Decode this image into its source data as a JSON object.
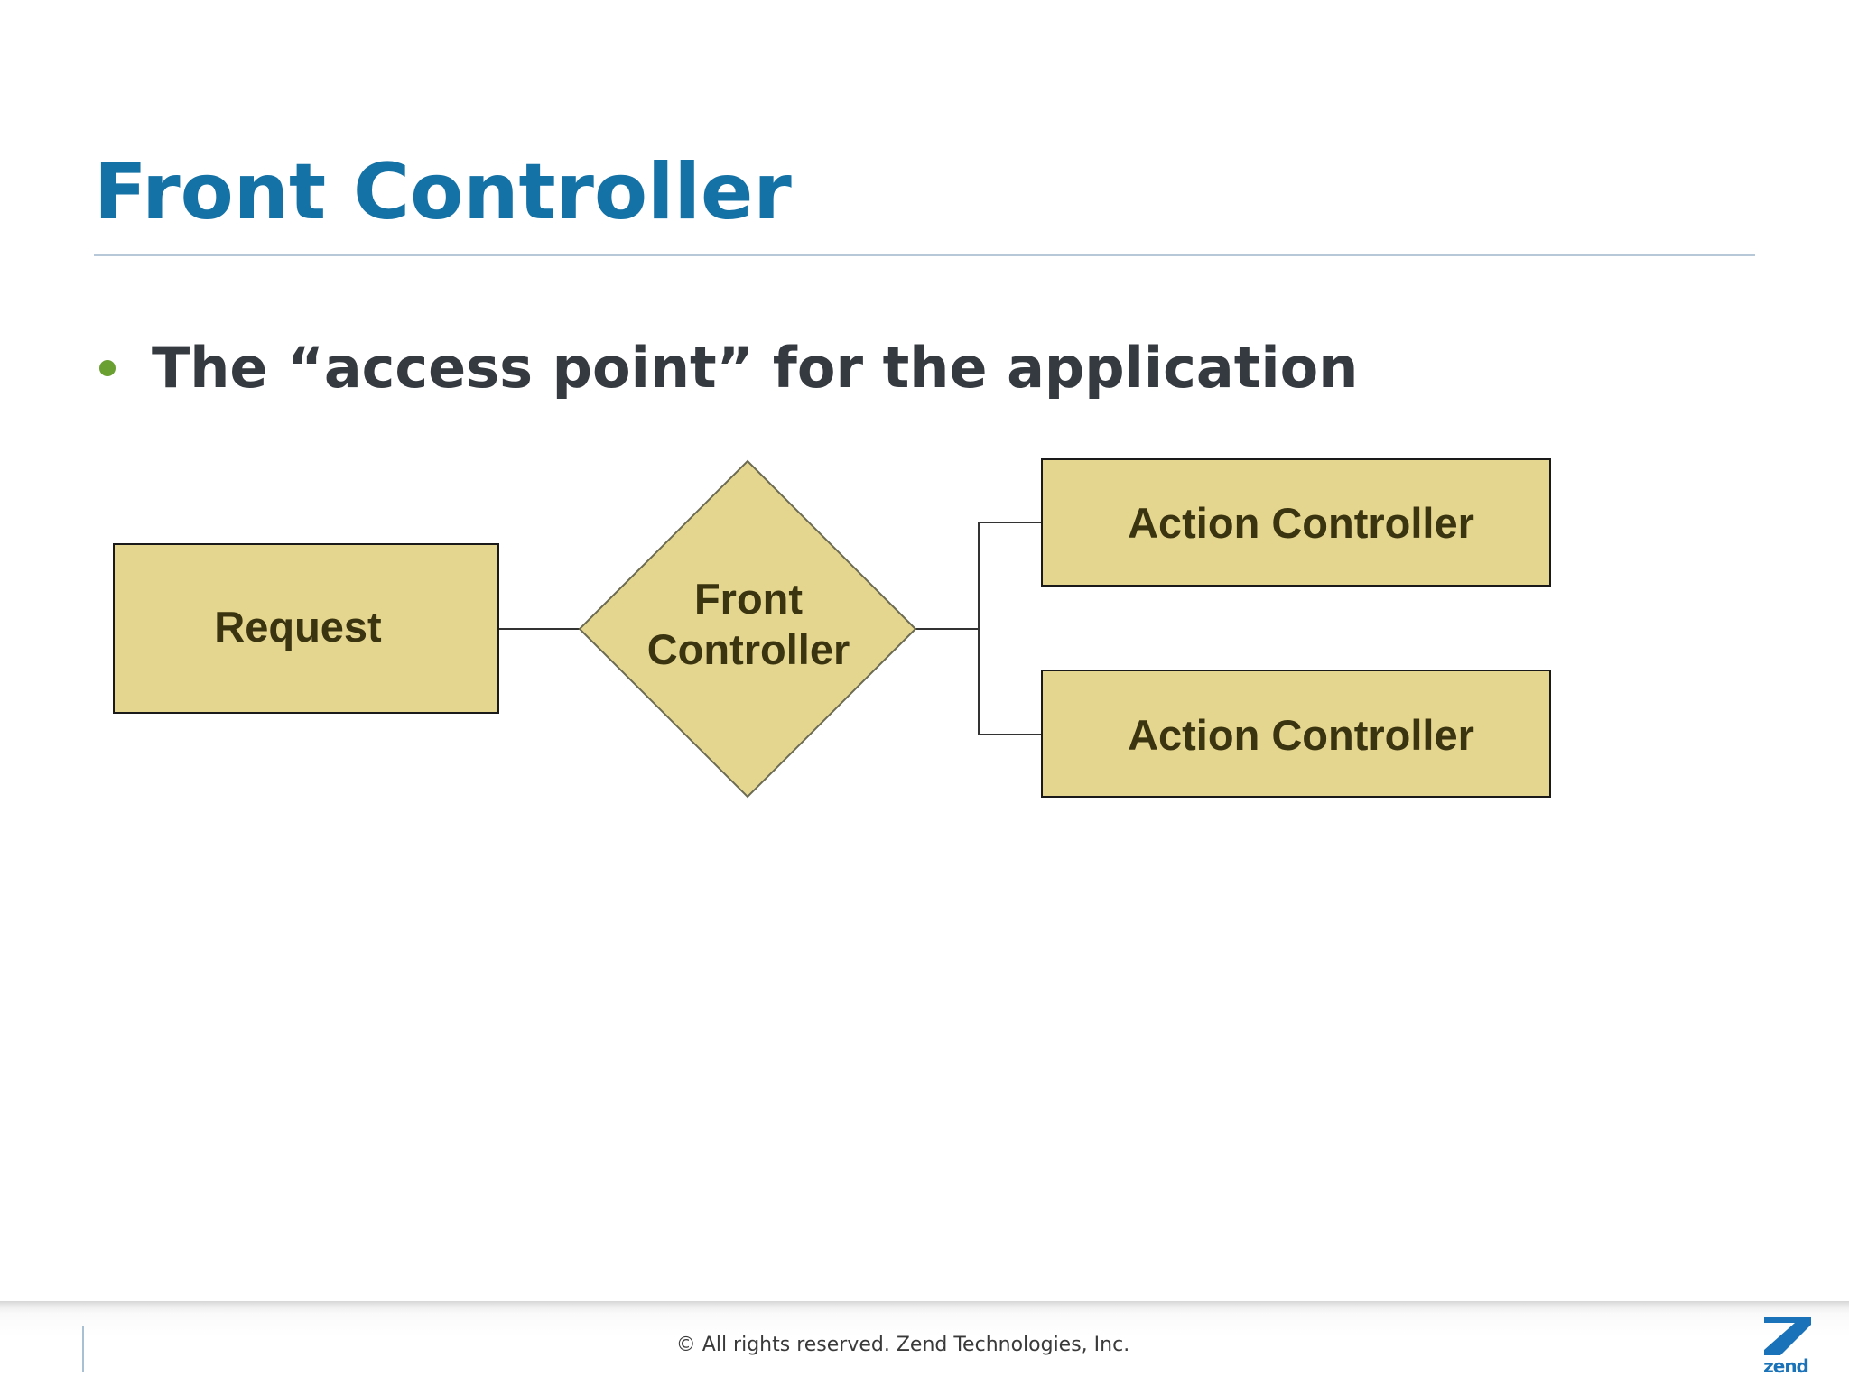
{
  "slide": {
    "title": "Front Controller",
    "bullets": [
      "The “access point” for the application"
    ]
  },
  "diagram": {
    "nodes": {
      "request": "Request",
      "front_controller_line1": "Front",
      "front_controller_line2": "Controller",
      "action_controller_1": "Action Controller",
      "action_controller_2": "Action Controller"
    },
    "colors": {
      "node_fill": "#e5d68f",
      "node_stroke": "#1a1a1a",
      "diamond_stroke": "#6b6b52",
      "connector": "#333333"
    }
  },
  "footer": {
    "copyright": "© All rights reserved. Zend Technologies, Inc."
  },
  "logo": {
    "text": "zend",
    "icon": "zend-logo-icon",
    "color": "#1a73b8"
  },
  "colors": {
    "title": "#1572a6",
    "bullet": "#6a9f32",
    "body_text": "#353a40"
  }
}
